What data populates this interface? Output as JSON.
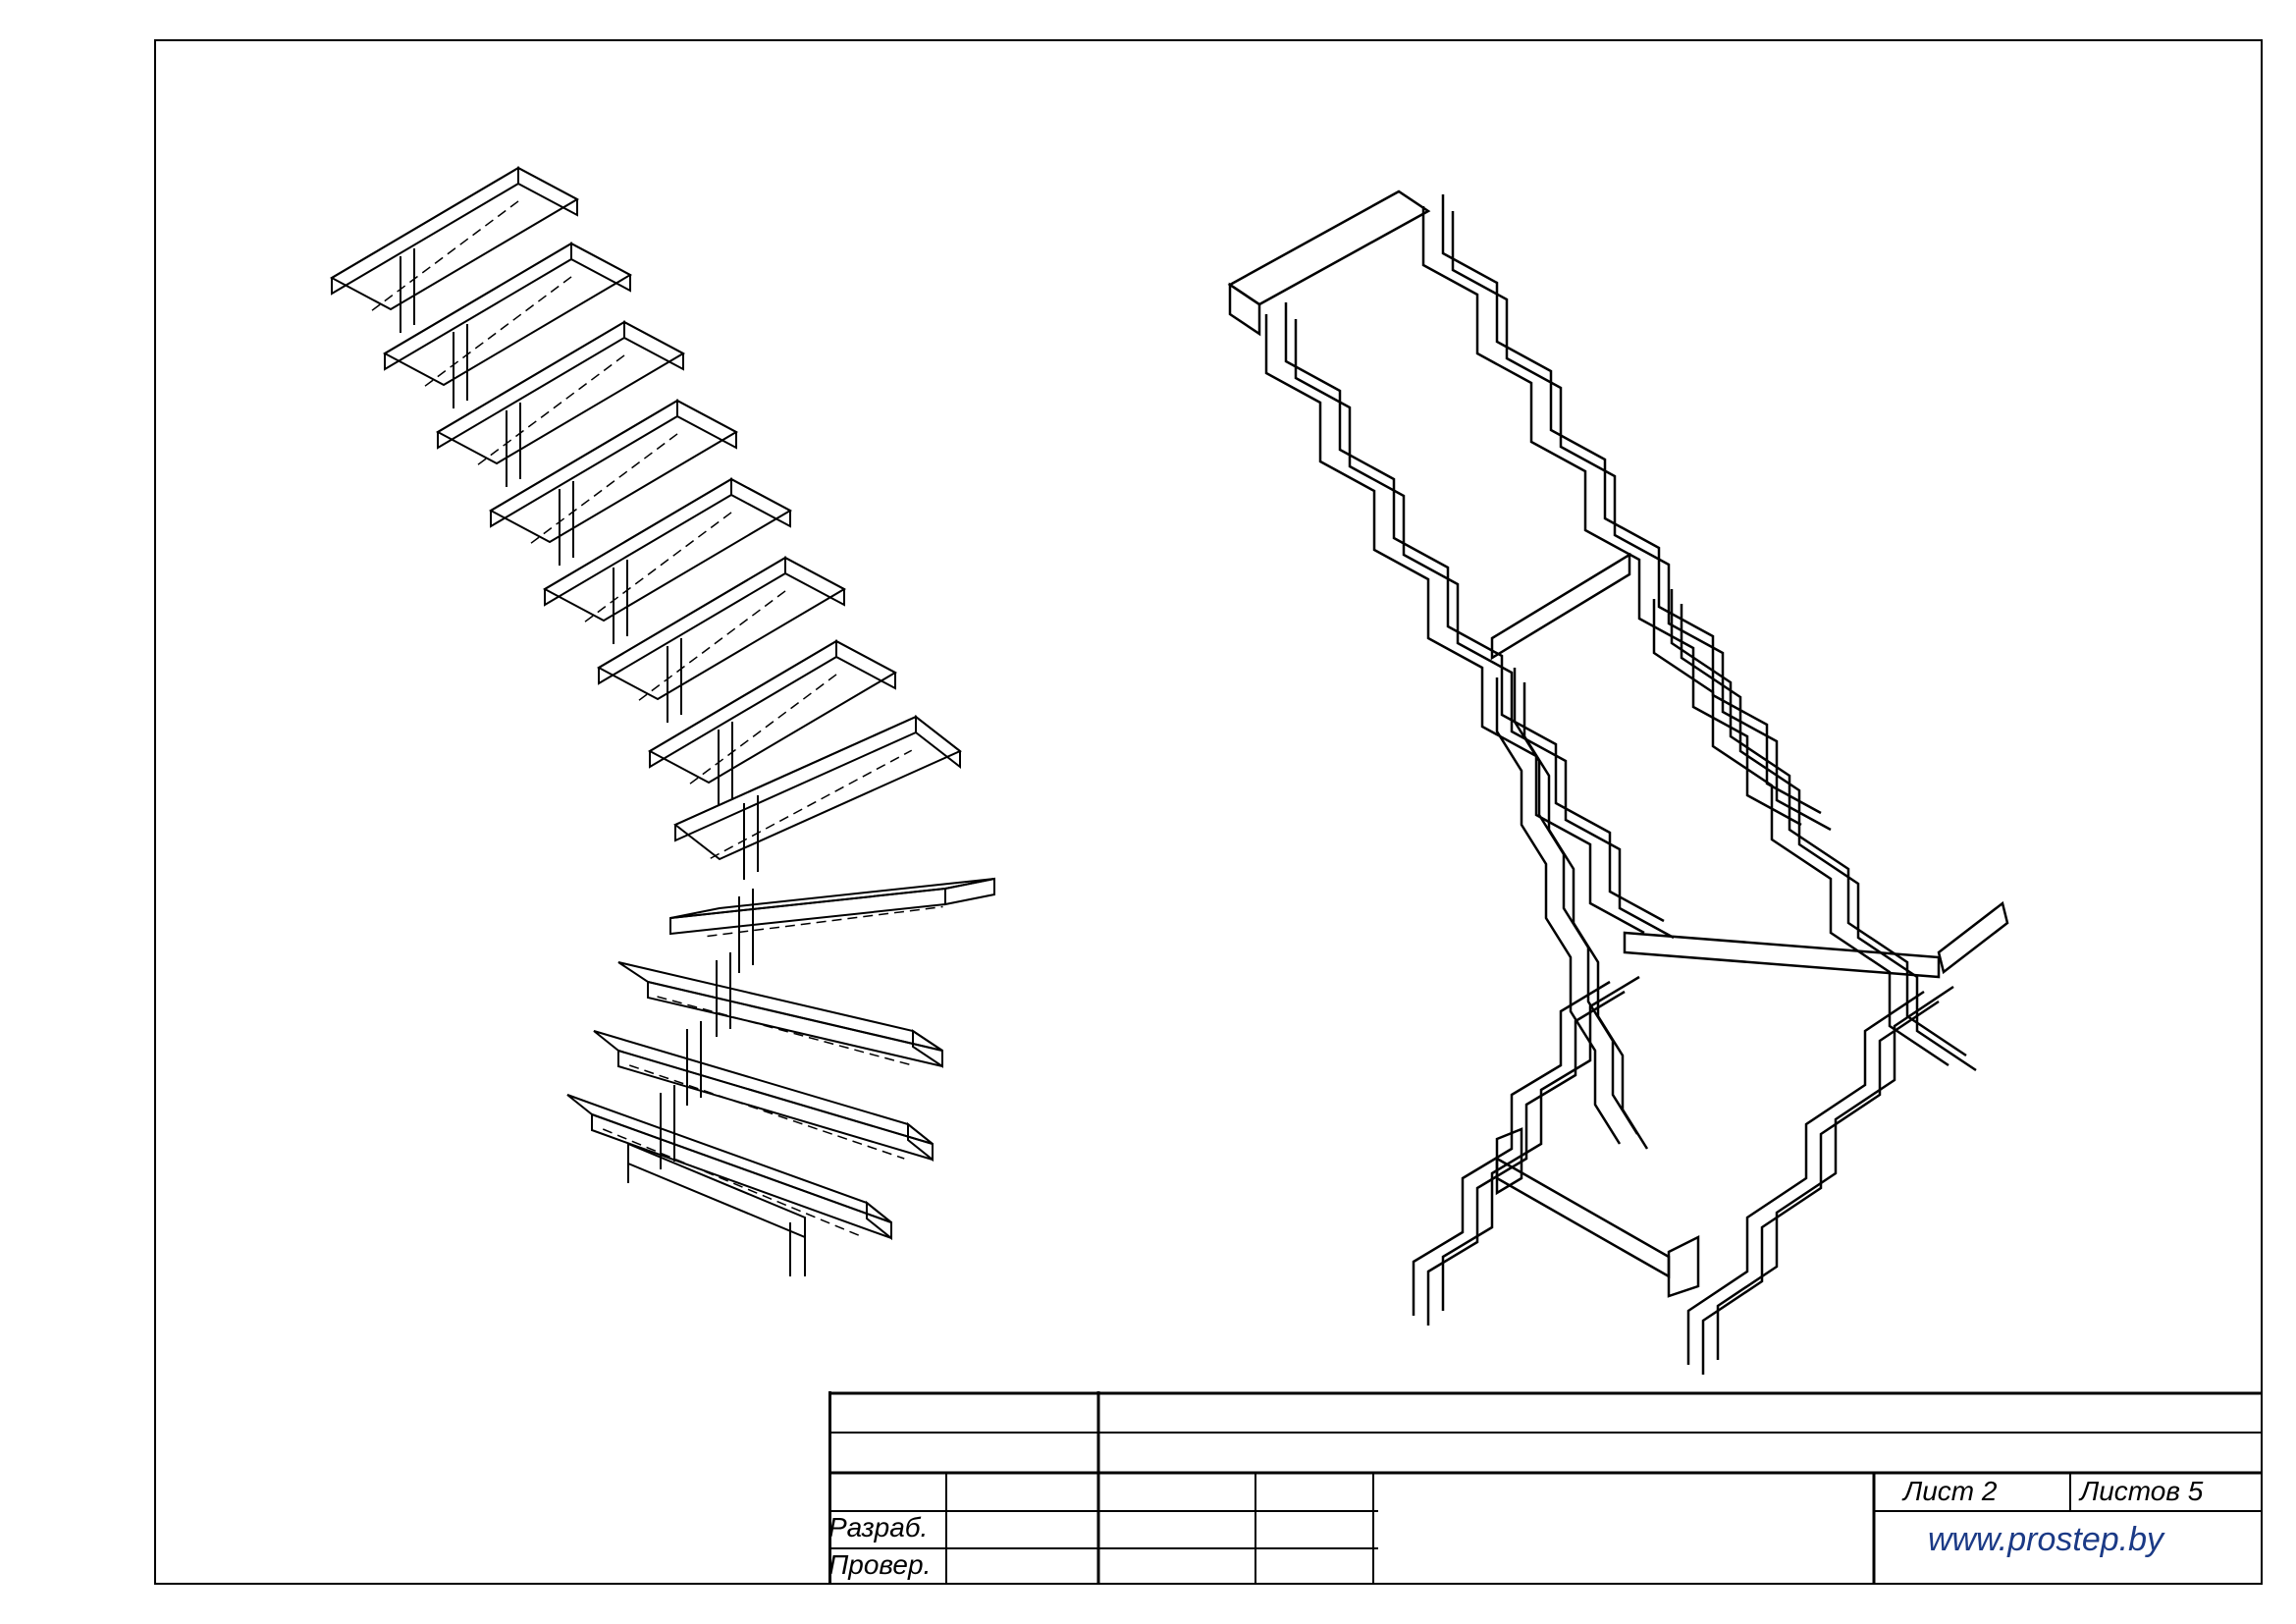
{
  "title_block": {
    "developed_label": "Разраб.",
    "checked_label": "Провер.",
    "sheet_label": "Лист 2",
    "sheets_total_label": "Листов 5",
    "website": "www.prostep.by",
    "website_color": "#1b3a86"
  },
  "drawing": {
    "views": [
      "staircase-isometric-view",
      "stringer-frame-isometric-view"
    ],
    "line_color": "#000000"
  }
}
